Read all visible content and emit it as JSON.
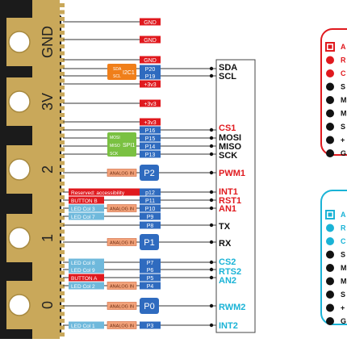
{
  "edge": {
    "pads": [
      "GND",
      "3V",
      "2",
      "1",
      "0"
    ]
  },
  "pin_table": {
    "pins": [
      {
        "label": "GND",
        "kind": "gnd"
      },
      {
        "label": "GND",
        "kind": "gnd"
      },
      {
        "label": "GND",
        "kind": "gnd"
      },
      {
        "label": "P20",
        "kind": "pin"
      },
      {
        "label": "P19",
        "kind": "pin"
      },
      {
        "label": "+3v3",
        "kind": "power"
      },
      {
        "label": "+3v3",
        "kind": "power"
      },
      {
        "label": "+3v3",
        "kind": "power"
      },
      {
        "label": "P16",
        "kind": "pin"
      },
      {
        "label": "P15",
        "kind": "pin"
      },
      {
        "label": "P14",
        "kind": "pin"
      },
      {
        "label": "P13",
        "kind": "pin"
      },
      {
        "label": "P2",
        "kind": "big"
      },
      {
        "label": "p12",
        "kind": "pin"
      },
      {
        "label": "P11",
        "kind": "pin"
      },
      {
        "label": "P10",
        "kind": "pin"
      },
      {
        "label": "P9",
        "kind": "pin"
      },
      {
        "label": "P8",
        "kind": "pin"
      },
      {
        "label": "P1",
        "kind": "big"
      },
      {
        "label": "P7",
        "kind": "pin"
      },
      {
        "label": "P6",
        "kind": "pin"
      },
      {
        "label": "P5",
        "kind": "pin"
      },
      {
        "label": "P4",
        "kind": "pin"
      },
      {
        "label": "P0",
        "kind": "big"
      },
      {
        "label": "P3",
        "kind": "pin"
      }
    ],
    "side_labels": [
      {
        "text": "Reserved: accessibility",
        "kind": "red"
      },
      {
        "text": "BUTTON B",
        "kind": "red"
      },
      {
        "text": "LED Col 3",
        "kind": "blue"
      },
      {
        "text": "LED Col 7",
        "kind": "blue"
      },
      {
        "text": "LED Col 8",
        "kind": "blue"
      },
      {
        "text": "LED Col 9",
        "kind": "blue"
      },
      {
        "text": "BUTTON A",
        "kind": "red"
      },
      {
        "text": "LED Col 2",
        "kind": "blue"
      },
      {
        "text": "LED Col 1",
        "kind": "blue"
      }
    ],
    "analog_label": "ANALOG IN",
    "i2c": {
      "title": "I2C1",
      "sda": "SDA",
      "scl": "SCL"
    },
    "spi": {
      "title": "SPI1",
      "mosi": "MOSI",
      "miso": "MISO",
      "sck": "SCK"
    }
  },
  "header_labels": [
    {
      "text": "SDA",
      "color": "#111111"
    },
    {
      "text": "SCL",
      "color": "#111111"
    },
    {
      "text": "CS1",
      "color": "#e0191e"
    },
    {
      "text": "MOSI",
      "color": "#111111"
    },
    {
      "text": "MISO",
      "color": "#111111"
    },
    {
      "text": "SCK",
      "color": "#111111"
    },
    {
      "text": "PWM1",
      "color": "#e0191e"
    },
    {
      "text": "INT1",
      "color": "#e0191e"
    },
    {
      "text": "RST1",
      "color": "#e0191e"
    },
    {
      "text": "AN1",
      "color": "#e0191e"
    },
    {
      "text": "TX",
      "color": "#111111"
    },
    {
      "text": "RX",
      "color": "#111111"
    },
    {
      "text": "CS2",
      "color": "#1ab3d6"
    },
    {
      "text": "RTS2",
      "color": "#1ab3d6"
    },
    {
      "text": "AN2",
      "color": "#1ab3d6"
    },
    {
      "text": "RWM2",
      "color": "#1ab3d6"
    },
    {
      "text": "INT2",
      "color": "#1ab3d6"
    }
  ],
  "module_red": {
    "color": "#e0191e",
    "labels": [
      "A",
      "R",
      "C",
      "S",
      "M",
      "M",
      "S",
      "+",
      "G"
    ]
  },
  "module_blue": {
    "color": "#1ab3d6",
    "labels": [
      "A",
      "R",
      "C",
      "S",
      "M",
      "M",
      "S",
      "+",
      "G"
    ]
  },
  "colors": {
    "board": "#1b1b1b",
    "gold": "#c9a85a",
    "gnd_box": "#e0191e",
    "pin_box": "#2f6bbf",
    "power_box": "#e0191e",
    "analog_box": "#f2a27a",
    "i2c_box": "#f07f1a",
    "spi_box": "#7ac142",
    "led_box": "#6fb9dc",
    "btn_box": "#e0191e"
  }
}
